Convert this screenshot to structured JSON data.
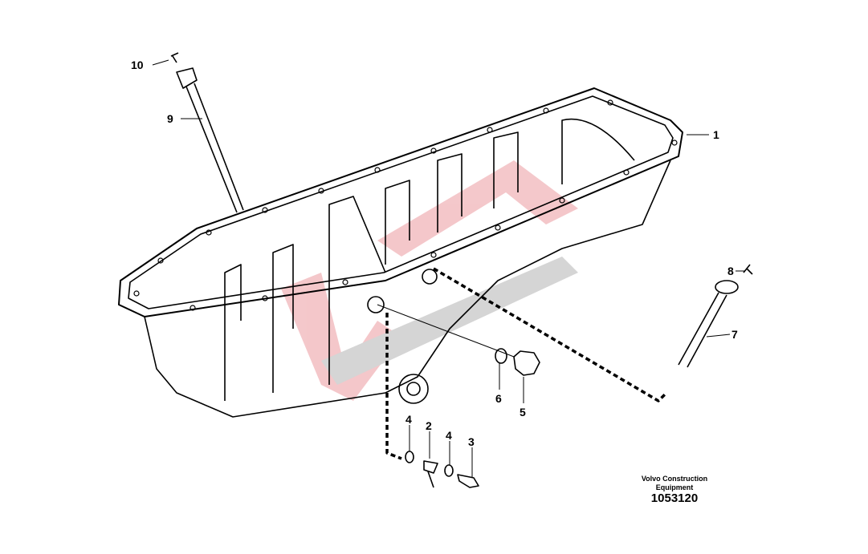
{
  "diagram": {
    "callouts": [
      "1",
      "2",
      "3",
      "4",
      "4",
      "5",
      "6",
      "7",
      "8",
      "9",
      "10"
    ],
    "caption": {
      "line1": "Volvo Construction",
      "line2": "Equipment",
      "number": "1053120"
    }
  }
}
